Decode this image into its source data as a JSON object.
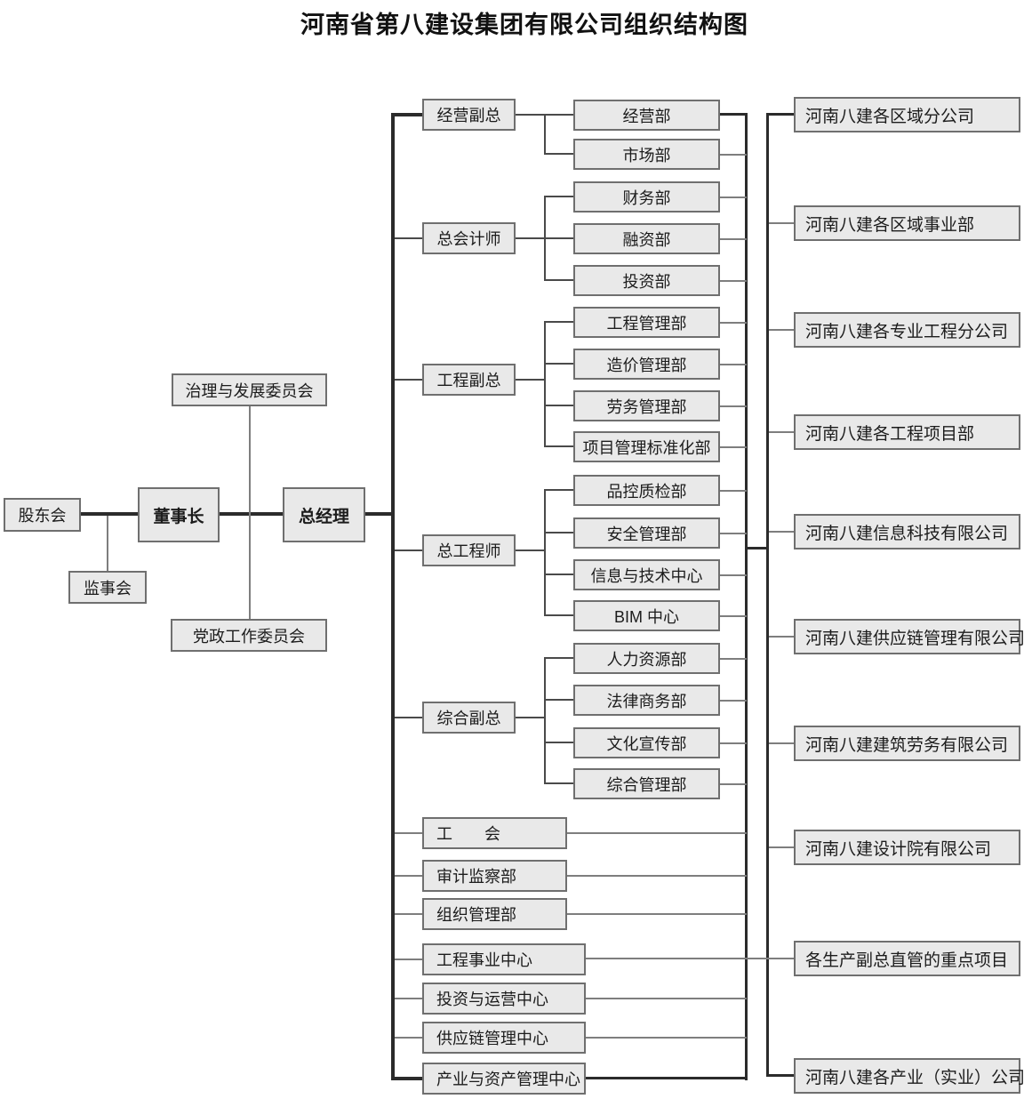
{
  "title": "河南省第八建设集团有限公司组织结构图",
  "left": {
    "shareholders": "股东会",
    "supervisory_board": "监事会",
    "chairman": "董事长",
    "general_manager": "总经理",
    "governance_committee": "治理与发展委员会",
    "party_committee": "党政工作委员会"
  },
  "executives": [
    {
      "label": "经营副总",
      "departments": [
        "经营部",
        "市场部"
      ]
    },
    {
      "label": "总会计师",
      "departments": [
        "财务部",
        "融资部",
        "投资部"
      ]
    },
    {
      "label": "工程副总",
      "departments": [
        "工程管理部",
        "造价管理部",
        "劳务管理部",
        "项目管理标准化部"
      ]
    },
    {
      "label": "总工程师",
      "departments": [
        "品控质检部",
        "安全管理部",
        "信息与技术中心",
        "BIM 中心"
      ]
    },
    {
      "label": "综合副总",
      "departments": [
        "人力资源部",
        "法律商务部",
        "文化宣传部",
        "综合管理部"
      ]
    }
  ],
  "direct_units": [
    "工　　会",
    "审计监察部",
    "组织管理部",
    "工程事业中心",
    "投资与运营中心",
    "供应链管理中心",
    "产业与资产管理中心"
  ],
  "subsidiaries": [
    "河南八建各区域分公司",
    "河南八建各区域事业部",
    "河南八建各专业工程分公司",
    "河南八建各工程项目部",
    "河南八建信息科技有限公司",
    "河南八建供应链管理有限公司",
    "河南八建建筑劳务有限公司",
    "河南八建设计院有限公司",
    "各生产副总直管的重点项目",
    "河南八建各产业（实业）公司"
  ]
}
